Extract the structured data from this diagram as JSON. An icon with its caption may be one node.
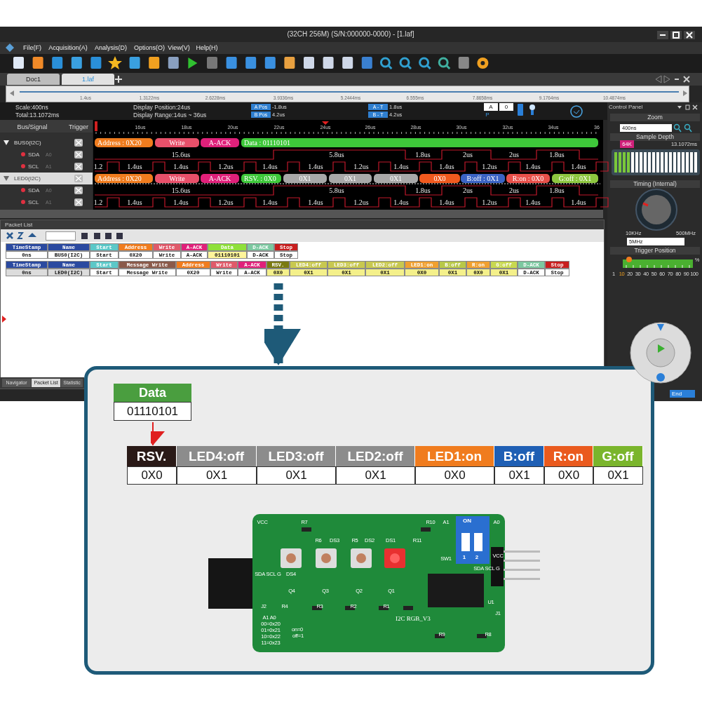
{
  "diagram": {
    "nodes": [
      {
        "text": [
          "Packet List"
        ]
      },
      {
        "text": [],
        "shape": "box"
      },
      {
        "text": [
          "Data",
          "01110101"
        ],
        "in": 1
      },
      {
        "text": [
          "RSV.",
          "LED4:off",
          "LED3:off",
          "LED2:off",
          "LED1:on",
          "B:off",
          "R:on",
          "G:off",
          "0X0",
          "0X1",
          "0X1",
          "0X1",
          "0X0",
          "0X1",
          "0X0",
          "0X1"
        ],
        "in": 1
      }
    ],
    "edges": [
      {
        "from": 0,
        "to": 1,
        "arrow": "to",
        "style": "dashed",
        "color": "#1e5a78"
      },
      {
        "from": 2,
        "to": 3,
        "arrow": "to",
        "color": "#e02020"
      }
    ],
    "labels": [
      "(32CH 256M) (S/N:000000-0000) - [1.laf]",
      "File(F)",
      "Acquisition(A)",
      "Analysis(D)",
      "Options(O)",
      "View(V)",
      "Help(H)",
      "Doc1",
      "1.laf",
      "1.4us",
      "1.3122ms",
      "2.6228ms",
      "3.9336ms",
      "5.2444ms",
      "6.555ms",
      "7.8658ms",
      "9.1764ms",
      "10.4874ms",
      "Scale:400ns",
      "Total:13.1072ms",
      "Display Position:24us",
      "Display Range:14us ~ 36us",
      "A Pos",
      "-1.8us",
      "B Pos",
      "4.2us",
      "A - T",
      "1.8us",
      "B - T",
      "4.2us",
      "A",
      "0",
      "P",
      "Control Panel",
      "Bus/Signal",
      "Trigger",
      "16us",
      "18us",
      "20us",
      "22us",
      "24us",
      "26us",
      "28us",
      "30us",
      "32us",
      "34us",
      "36",
      "BUS0(I2C)",
      "SDA",
      "A0",
      "SCL",
      "A1",
      "LED0(I2C)",
      "SDA",
      "A0",
      "SCL",
      "A1",
      "Address : 0X20",
      "Write",
      "A-ACK",
      "Data : 01110101",
      "15.6us",
      "5.8us",
      "1.8us",
      "2us",
      "2us",
      "1.8us",
      "1.2",
      "1.4us",
      "1.4us",
      "1.2us",
      "1.4us",
      "1.4us",
      "1.2us",
      "1.4us",
      "1.4us",
      "1.2us",
      "1.4us",
      "1.4us",
      "Address : 0X20",
      "Write",
      "A-ACK",
      "RSV. : 0X0",
      "0X1",
      "0X1",
      "0X1",
      "0X0",
      "B:off : 0X1",
      "R:on : 0X0",
      "G:off : 0X1",
      "15.6us",
      "5.8us",
      "1.8us",
      "2us",
      "2us",
      "1.8us",
      "1.2",
      "1.4us",
      "1.4us",
      "1.2us",
      "1.4us",
      "1.4us",
      "1.2us",
      "1.4us",
      "1.4us",
      "1.2us",
      "1.4us",
      "1.4us",
      "TimeStamp",
      "Name",
      "Start",
      "Address",
      "Write",
      "A-ACK",
      "Data",
      "D-ACK",
      "Stop",
      "0ns",
      "BUS0(I2C)",
      "Start",
      "0X20",
      "Write",
      "A-ACK",
      "01110101",
      "D-ACK",
      "Stop",
      "TimeStamp",
      "Name",
      "Start",
      "Message Write",
      "Address",
      "Write",
      "A-ACK",
      "RSV.",
      "LED4:off",
      "LED3:off",
      "LED2:off",
      "LED1:on",
      "B:off",
      "R:on",
      "G:off",
      "D-ACK",
      "Stop",
      "0ns",
      "LED0(I2C)",
      "Start",
      "Message Write",
      "0X20",
      "Write",
      "A-ACK",
      "0X0",
      "0X1",
      "0X1",
      "0X1",
      "0X0",
      "0X1",
      "0X0",
      "0X1",
      "D-ACK",
      "Stop",
      "Navigator",
      "Packet List",
      "Statistic",
      "Zoom",
      "400ns",
      "Sample Depth",
      "64K",
      "13.1072ms",
      "Timing (Internal)",
      "10KHz",
      "500MHz",
      "5MHz",
      "Trigger Position",
      "%",
      "1",
      "10",
      "20",
      "30",
      "40",
      "50",
      "60",
      "70",
      "80",
      "90",
      "100",
      "End",
      "VCC",
      "R7",
      "R10",
      "A1",
      "ON",
      "A0",
      "R6",
      "DS3",
      "R5",
      "DS2",
      "DS1",
      "R11",
      "1",
      "2",
      "SW1",
      "VCC",
      "SDA SCL G",
      "DS4",
      "SDA SCL G",
      "Q4",
      "Q3",
      "Q2",
      "Q1",
      "J2",
      "R4",
      "R3",
      "R2",
      "R1",
      "U1",
      "I2C RGB_V3",
      "J1",
      "R9",
      "R8",
      "A1 A0",
      "00=0x20",
      "01=0x21",
      "10=0x22",
      "11=0x23",
      "on=0",
      "off=1"
    ]
  }
}
